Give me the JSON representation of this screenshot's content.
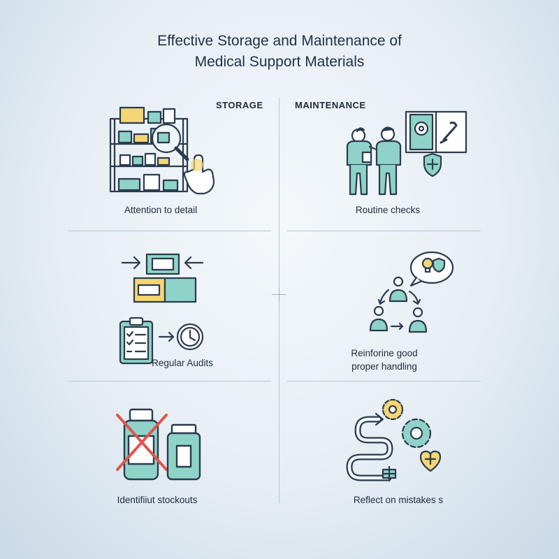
{
  "title": {
    "line1": "Effective Storage and Maintenance of",
    "line2": "Medical Support Materials"
  },
  "columns": {
    "storage": "STORAGE",
    "maintenance": "MAINTENANCE"
  },
  "storage_items": [
    {
      "label": "Attention to detail",
      "icon": "shelf-magnifier-icon"
    },
    {
      "label": "Regular Audits",
      "icon": "clipboard-clock-icon"
    },
    {
      "label": "Identifiiut stockouts",
      "icon": "crossed-jar-icon"
    }
  ],
  "maintenance_items": [
    {
      "label": "Routine checks",
      "icon": "technicians-manual-icon"
    },
    {
      "label_line1": "Reinforine good",
      "label_line2": "proper handling",
      "icon": "team-idea-icon"
    },
    {
      "label": "Reflect  on mistakes s",
      "icon": "gears-path-heart-icon"
    }
  ],
  "colors": {
    "teal": "#8fd3c8",
    "yellow": "#f4d675",
    "outline": "#2b3a4e",
    "red": "#e0544c",
    "divider": "#b7c6d3"
  }
}
